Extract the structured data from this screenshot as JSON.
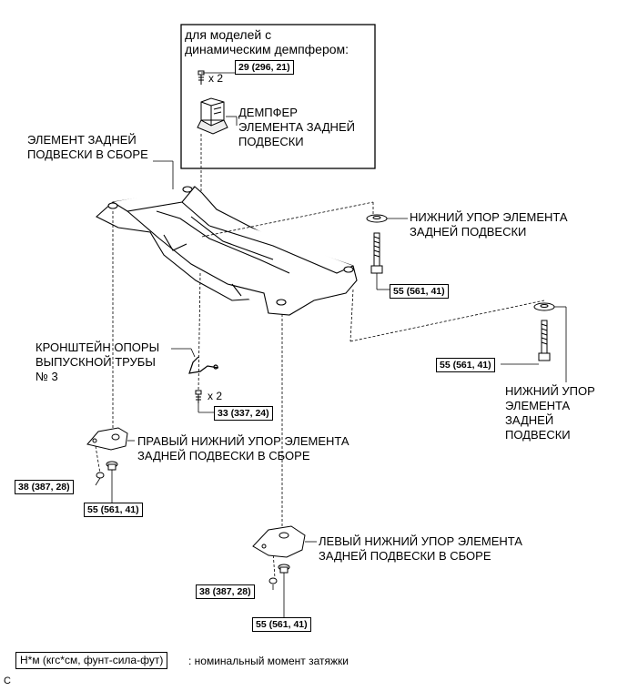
{
  "inset": {
    "title": "для моделей с\nдинамическим демпфером:",
    "damper_label": "ДЕМПФЕР\nЭЛЕМЕНТА ЗАДНЕЙ\nПОДВЕСКИ",
    "torque": "29 (296, 21)",
    "qty": "x 2"
  },
  "labels": {
    "member_assy": "ЭЛЕМЕНТ ЗАДНЕЙ\nПОДВЕСКИ В СБОРЕ",
    "lower_stopper_1": "НИЖНИЙ УПОР ЭЛЕМЕНТА\nЗАДНЕЙ ПОДВЕСКИ",
    "lower_stopper_2": "НИЖНИЙ УПОР\nЭЛЕМЕНТА\nЗАДНЕЙ\nПОДВЕСКИ",
    "exhaust_bracket": "КРОНШТЕЙН ОПОРЫ\nВЫПУСКНОЙ ТРУБЫ\n№ 3",
    "right_stopper_assy": "ПРАВЫЙ НИЖНИЙ УПОР ЭЛЕМЕНТА\nЗАДНЕЙ ПОДВЕСКИ В СБОРЕ",
    "left_stopper_assy": "ЛЕВЫЙ НИЖНИЙ УПОР ЭЛЕМЕНТА\nЗАДНЕЙ ПОДВЕСКИ В СБОРЕ",
    "bracket_qty": "x 2"
  },
  "torques": {
    "stopper_bolt_1": "55 (561, 41)",
    "stopper_bolt_2": "55 (561, 41)",
    "bracket_bolt": "33 (337, 24)",
    "right_nut_small": "38 (387, 28)",
    "right_nut_large": "55 (561, 41)",
    "left_nut_small": "38 (387, 28)",
    "left_nut_large": "55 (561, 41)"
  },
  "legend": {
    "unit_box": "Н*м (кгс*см, фунт-сила-фут)",
    "description": ": номинальный момент затяжки"
  },
  "figure_code": "C"
}
